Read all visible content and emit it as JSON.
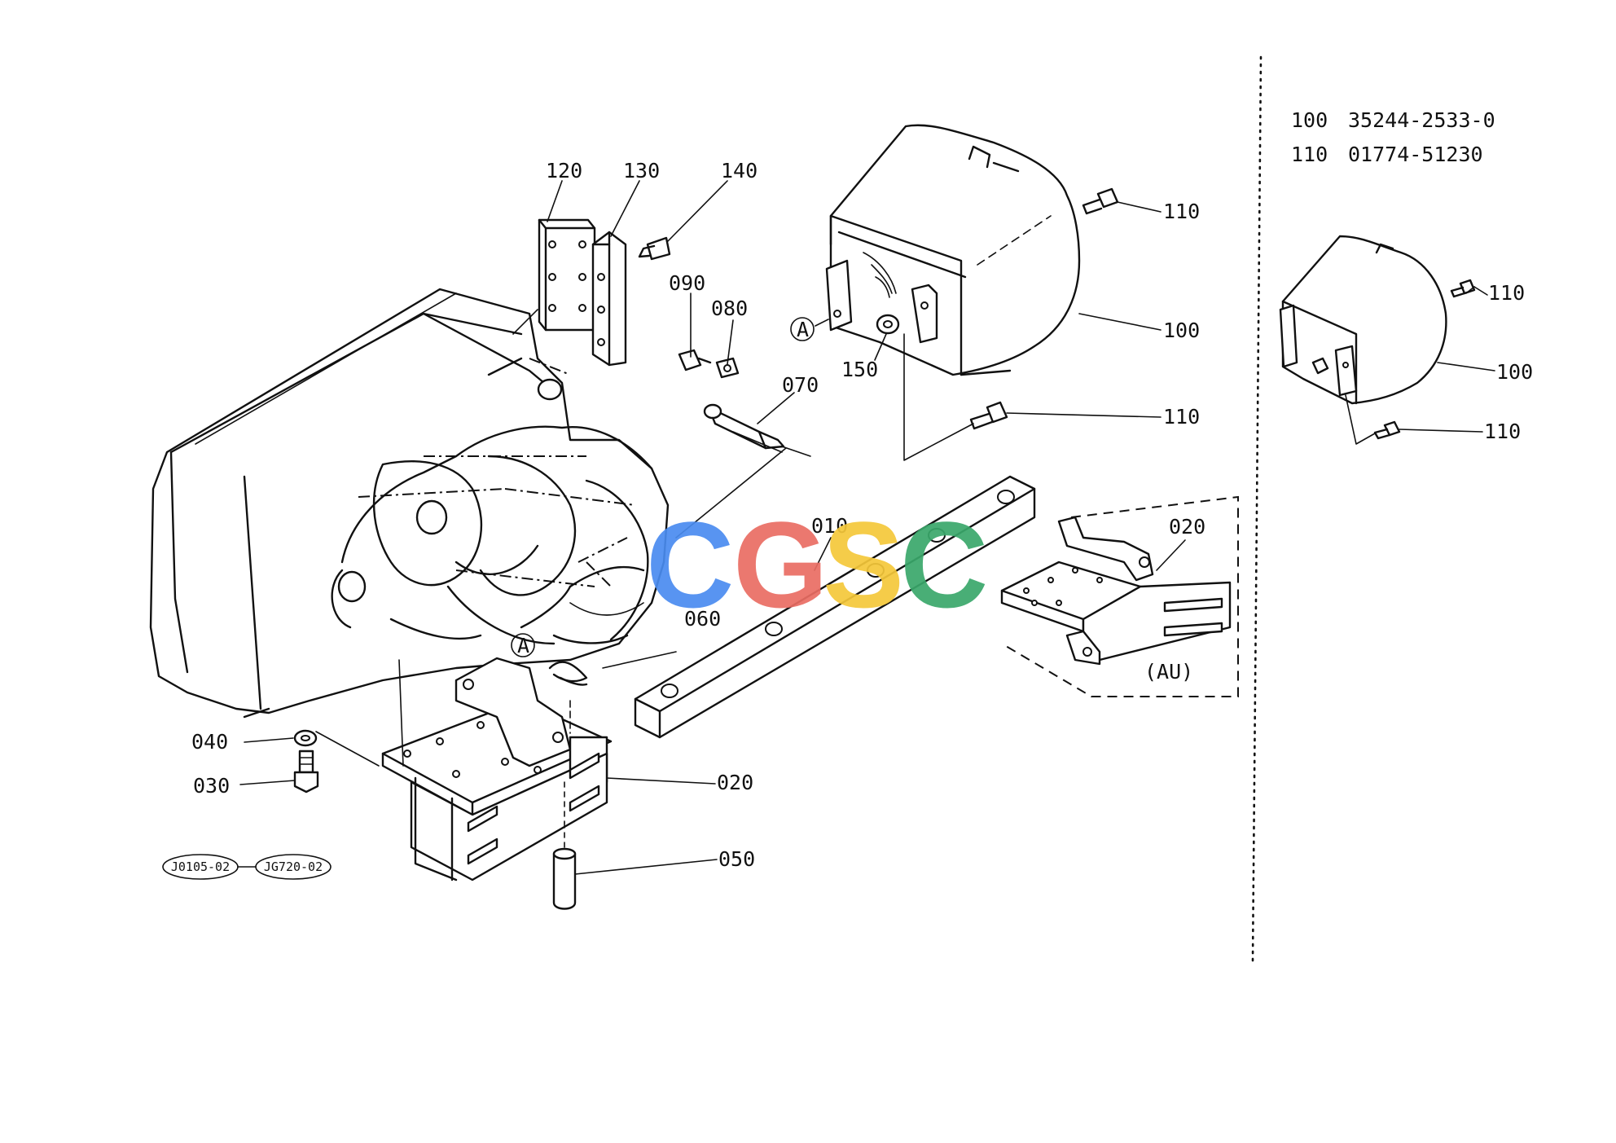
{
  "callouts": {
    "c010": "010",
    "c020": "020",
    "c020_au": "020",
    "c030": "030",
    "c040": "040",
    "c050": "050",
    "c060": "060",
    "c070": "070",
    "c080": "080",
    "c090": "090",
    "c100": "100",
    "c100_alt": "100",
    "c110_a": "110",
    "c110_b": "110",
    "c110_c": "110",
    "c110_d": "110",
    "c120": "120",
    "c130": "130",
    "c140": "140",
    "c150": "150"
  },
  "markers": {
    "a_left": "A",
    "a_bottom": "A"
  },
  "variant_label": "(AU)",
  "reference_tags": [
    "J0105-02",
    "JG720-02"
  ],
  "alternate_parts": [
    {
      "ref": "100",
      "part_no": "35244-2533-0"
    },
    {
      "ref": "110",
      "part_no": "01774-51230"
    }
  ],
  "watermark": {
    "letters": [
      "C",
      "G",
      "S",
      "C"
    ],
    "colors": [
      "#4a8cf0",
      "#ea6d63",
      "#f5c83a",
      "#3aa86b"
    ]
  }
}
